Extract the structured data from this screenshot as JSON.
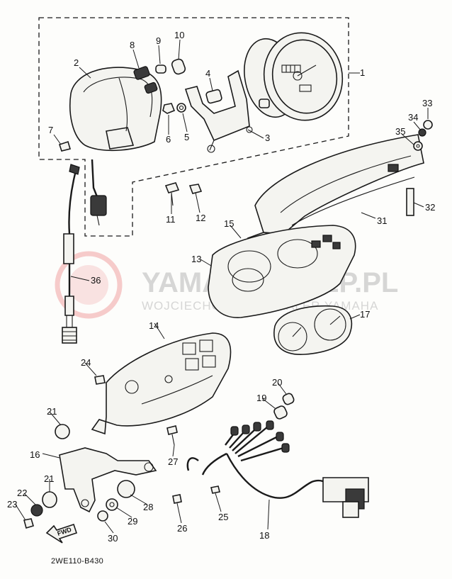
{
  "diagram_code": "2WE110-B430",
  "fwd_label": "FWD",
  "watermark": {
    "main": "YAMAHASKLEP.PL",
    "sub": "WOJCIECHOWSKI · DEALER YAMAHA"
  },
  "callouts": [
    {
      "id": "1",
      "label": "1"
    },
    {
      "id": "2",
      "label": "2"
    },
    {
      "id": "3",
      "label": "3"
    },
    {
      "id": "4",
      "label": "4"
    },
    {
      "id": "5",
      "label": "5"
    },
    {
      "id": "6",
      "label": "6"
    },
    {
      "id": "7",
      "label": "7"
    },
    {
      "id": "8",
      "label": "8"
    },
    {
      "id": "9",
      "label": "9"
    },
    {
      "id": "10",
      "label": "10"
    },
    {
      "id": "11",
      "label": "11"
    },
    {
      "id": "12",
      "label": "12"
    },
    {
      "id": "13",
      "label": "13"
    },
    {
      "id": "14",
      "label": "14"
    },
    {
      "id": "15",
      "label": "15"
    },
    {
      "id": "16",
      "label": "16"
    },
    {
      "id": "17",
      "label": "17"
    },
    {
      "id": "18",
      "label": "18"
    },
    {
      "id": "19",
      "label": "19"
    },
    {
      "id": "20",
      "label": "20"
    },
    {
      "id": "21a",
      "label": "21"
    },
    {
      "id": "21b",
      "label": "21"
    },
    {
      "id": "22",
      "label": "22"
    },
    {
      "id": "23",
      "label": "23"
    },
    {
      "id": "24",
      "label": "24"
    },
    {
      "id": "25",
      "label": "25"
    },
    {
      "id": "26",
      "label": "26"
    },
    {
      "id": "27",
      "label": "27"
    },
    {
      "id": "28",
      "label": "28"
    },
    {
      "id": "29",
      "label": "29"
    },
    {
      "id": "30",
      "label": "30"
    },
    {
      "id": "31",
      "label": "31"
    },
    {
      "id": "32",
      "label": "32"
    },
    {
      "id": "33",
      "label": "33"
    },
    {
      "id": "34",
      "label": "34"
    },
    {
      "id": "35",
      "label": "35"
    },
    {
      "id": "36",
      "label": "36"
    }
  ]
}
